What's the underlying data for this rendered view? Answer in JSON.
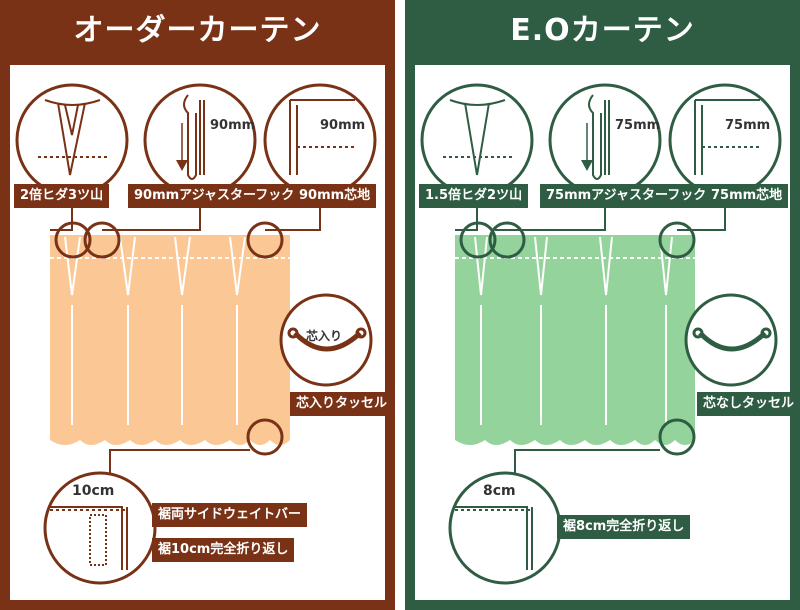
{
  "colors": {
    "left_dark": "#7a3216",
    "left_fill": "#fbc895",
    "right_dark": "#2f5d43",
    "right_fill": "#95d39c"
  },
  "left": {
    "title": "オーダーカーテン",
    "detail_labels": [
      "2倍ヒダ3ツ山",
      "90mmアジャスターフック",
      "90mm芯地"
    ],
    "hook_size": "90mm",
    "core_size": "90mm",
    "tassel_inner_text": "芯入り",
    "tassel_label": "芯入りタッセル",
    "hem_size": "10cm",
    "hem_labels": [
      "裾両サイドウェイトバー",
      "裾10cm完全折り返し"
    ]
  },
  "right": {
    "title": "E.Oカーテン",
    "detail_labels": [
      "1.5倍ヒダ2ツ山",
      "75mmアジャスターフック",
      "75mm芯地"
    ],
    "hook_size": "75mm",
    "core_size": "75mm",
    "tassel_label": "芯なしタッセル",
    "hem_size": "8cm",
    "hem_labels": [
      "裾8cm完全折り返し"
    ]
  }
}
